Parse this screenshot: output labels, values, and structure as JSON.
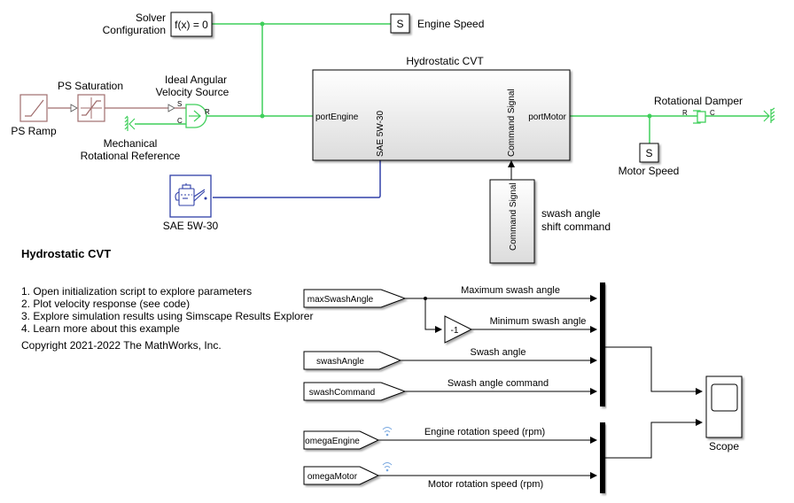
{
  "colors": {
    "mech": "#3fcf5a",
    "ps": "#a06d6d",
    "hyd": "#3040a8",
    "signal": "#000000"
  },
  "blocks": {
    "solver": {
      "label_line1": "Solver",
      "label_line2": "Configuration",
      "content": "f(x) = 0"
    },
    "engine_sensor": {
      "content": "S",
      "label": "Engine Speed"
    },
    "ps_ramp": {
      "label": "PS Ramp"
    },
    "ps_saturation": {
      "label": "PS Saturation"
    },
    "velocity_source": {
      "label_line1": "Ideal Angular",
      "label_line2": "Velocity Source",
      "port_s": "S",
      "port_c": "C",
      "port_r": "R"
    },
    "mech_ref": {
      "label_line1": "Mechanical",
      "label_line2": "Rotational Reference"
    },
    "cvt": {
      "title": "Hydrostatic CVT",
      "port_engine": "portEngine",
      "port_motor": "portMotor",
      "port_fluid": "SAE 5W-30",
      "port_cmd": "Command Signal"
    },
    "fluid": {
      "label": "SAE 5W-30"
    },
    "command": {
      "content": "Command Signal",
      "note_line1": "swash angle",
      "note_line2": "shift command"
    },
    "damper": {
      "label": "Rotational Damper",
      "port_r": "R",
      "port_c": "C"
    },
    "motor_sensor": {
      "content": "S",
      "label": "Motor Speed"
    },
    "gain": {
      "content": "-1"
    },
    "scope": {
      "label": "Scope"
    }
  },
  "annotation": {
    "title": "Hydrostatic CVT",
    "items": [
      "1. Open initialization script to explore parameters",
      "2. Plot velocity response (see code)",
      "3. Explore simulation results using Simscape Results Explorer",
      "4. Learn more about this example"
    ],
    "copyright": "Copyright 2021-2022 The MathWorks, Inc."
  },
  "from_blocks": [
    {
      "tag": "maxSwashAngle",
      "signal": "Maximum swash angle"
    },
    {
      "tag": "",
      "signal": "Minimum swash angle"
    },
    {
      "tag": "swashAngle",
      "signal": "Swash angle"
    },
    {
      "tag": "swashCommand",
      "signal": "Swash angle command"
    },
    {
      "tag": "omegaEngine",
      "signal": "Engine rotation speed (rpm)"
    },
    {
      "tag": "omegaMotor",
      "signal": "Motor rotation speed (rpm)"
    }
  ]
}
